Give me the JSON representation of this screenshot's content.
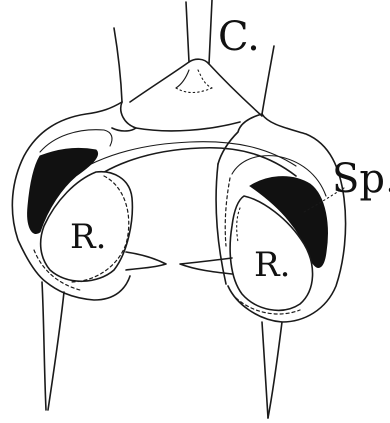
{
  "figure": {
    "labels": {
      "top": "C.",
      "right_annotation": "Sp.",
      "left_region": "R.",
      "right_region": "R."
    },
    "colors": {
      "ink": "#1a1a1a",
      "background": "#ffffff",
      "shading": "#111111"
    }
  }
}
